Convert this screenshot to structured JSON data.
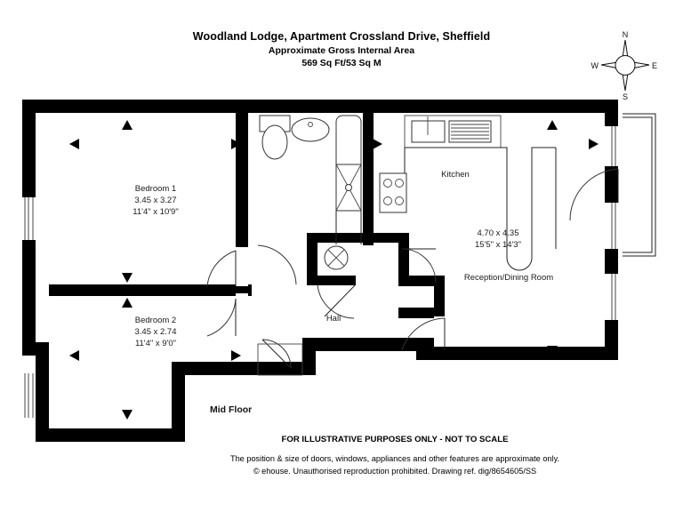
{
  "header": {
    "title": "Woodland Lodge, Apartment Crossland Drive, Sheffield",
    "subtitle": "Approximate Gross Internal Area",
    "area": "569 Sq Ft/53 Sq M"
  },
  "compass": {
    "north": "N",
    "east": "E",
    "south": "S",
    "west": "W"
  },
  "floor": {
    "label": "Mid Floor"
  },
  "rooms": [
    {
      "key": "bedroom1",
      "name": "Bedroom 1",
      "dim_metric": "3.45 x 3.27",
      "dim_imperial": "11'4\" x 10'9\""
    },
    {
      "key": "bedroom2",
      "name": "Bedroom 2",
      "dim_metric": "3.45 x 2.74",
      "dim_imperial": "11'4\" x 9'0\""
    },
    {
      "key": "reception",
      "name": "Reception/Dining Room",
      "dim_metric": "4.70 x 4.35",
      "dim_imperial": "15'5\" x 14'3\""
    },
    {
      "key": "kitchen",
      "name": "Kitchen",
      "dim_metric": "",
      "dim_imperial": ""
    },
    {
      "key": "hall",
      "name": "Hall",
      "dim_metric": "",
      "dim_imperial": ""
    }
  ],
  "disclaimer": {
    "line1": "FOR ILLUSTRATIVE PURPOSES ONLY - NOT TO SCALE",
    "line2": "The position & size of doors, windows, appliances and other features are approximate only.",
    "line3": "© ehouse. Unauthorised reproduction prohibited. Drawing ref. dig/8654605/SS"
  },
  "colors": {
    "wall": "#000000",
    "text": "#1a1a1a",
    "background": "#ffffff",
    "fixture_stroke": "#333333"
  }
}
